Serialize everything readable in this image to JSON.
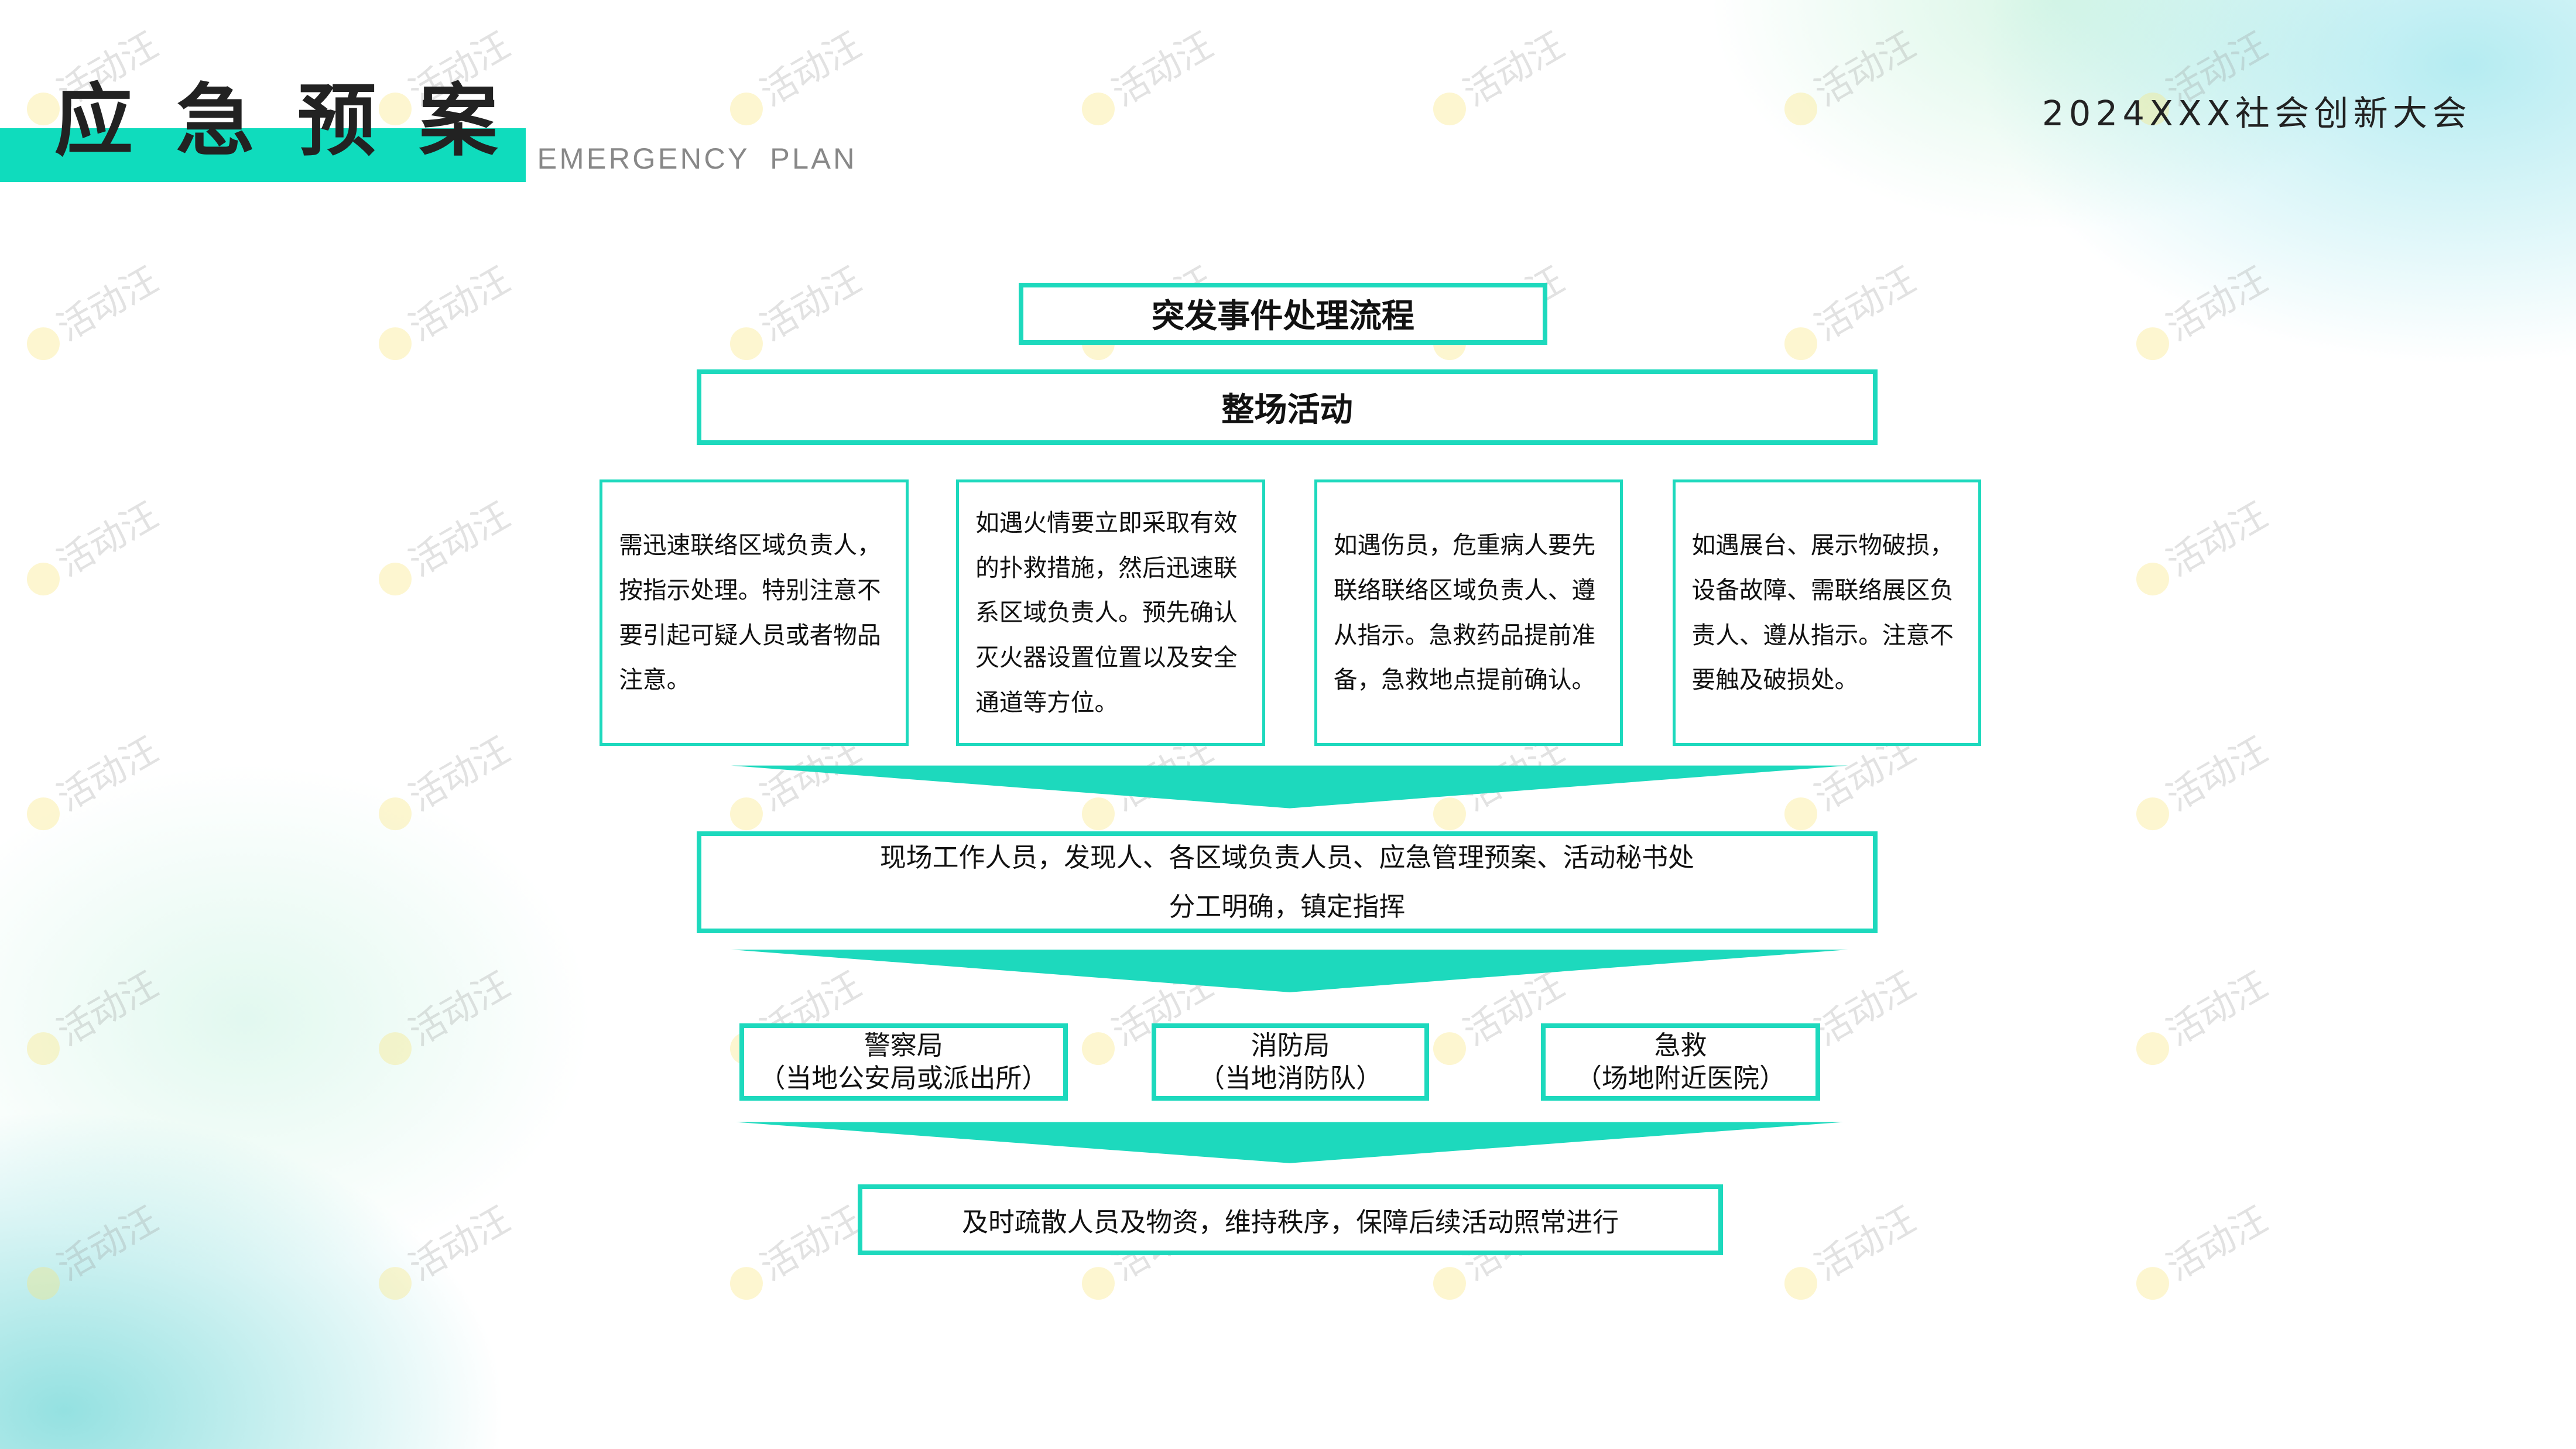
{
  "header": {
    "title": "应急预案",
    "subtitle": "EMERGENCY PLAN",
    "event_name": "2024XXX社会创新大会"
  },
  "watermark": "活动汪",
  "flow": {
    "heading": "突发事件处理流程",
    "scope": "整场活动",
    "scenarios": [
      {
        "text": "需迅速联络区域负责人，按指示处理。特别注意不要引起可疑人员或者物品注意。"
      },
      {
        "text": "如遇火情要立即采取有效的扑救措施，然后迅速联系区域负责人。预先确认灭火器设置位置以及安全通道等方位。"
      },
      {
        "text": "如遇伤员，危重病人要先联络联络区域负责人、遵从指示。急救药品提前准备，急救地点提前确认。"
      },
      {
        "text": "如遇展台、展示物破损，设备故障、需联络展区负责人、遵从指示。注意不要触及破损处。"
      }
    ],
    "coordination": {
      "line1": "现场工作人员，发现人、各区域负责人员、应急管理预案、活动秘书处",
      "line2": "分工明确，镇定指挥"
    },
    "agencies": [
      {
        "name": "警察局",
        "detail": "（当地公安局或派出所）"
      },
      {
        "name": "消防局",
        "detail": "（当地消防队）"
      },
      {
        "name": "急救",
        "detail": "（场地附近医院）"
      }
    ],
    "final": "及时疏散人员及物资，维持秩序，保障后续活动照常进行"
  },
  "colors": {
    "accent": "#1dd9bd",
    "title_bar": "#0fdcbd",
    "text": "#111111",
    "subtitle": "#888888"
  }
}
